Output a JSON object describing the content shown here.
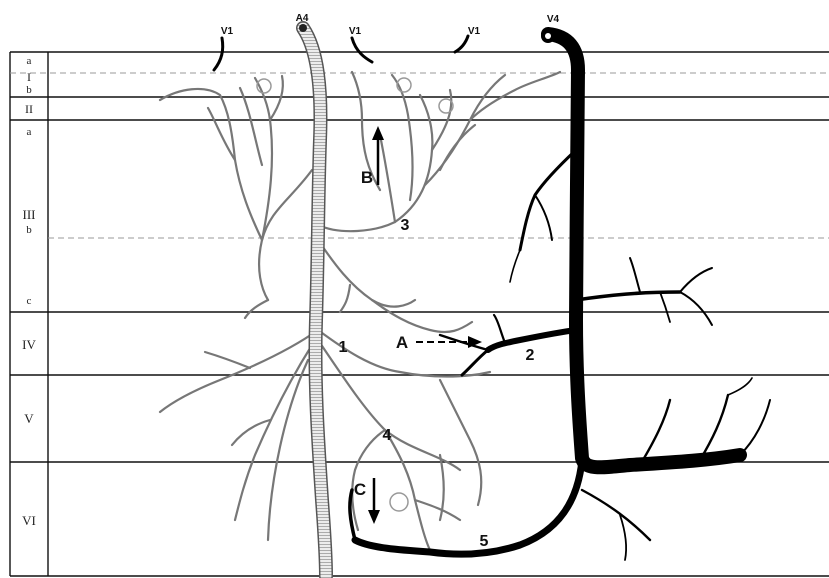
{
  "layers": {
    "a_top": "a",
    "I": "I",
    "b_top": "b",
    "II": "II",
    "a_III": "a",
    "III": "III",
    "b_III": "b",
    "c_III": "c",
    "IV": "IV",
    "V": "V",
    "VI": "VI"
  },
  "vessels": {
    "v1_left": "V1",
    "a4": "A4",
    "v1_mid": "V1",
    "v1_right": "V1",
    "v4": "V4"
  },
  "markers": {
    "A": "A",
    "B": "B",
    "C": "C",
    "n1": "1",
    "n2": "2",
    "n3": "3",
    "n4": "4",
    "n5": "5"
  },
  "colors": {
    "artery_fill": "#e9e9e9",
    "artery_stroke": "#555555",
    "vein": "#000000",
    "branch": "#777777",
    "dashed": "#9a9a9a"
  }
}
